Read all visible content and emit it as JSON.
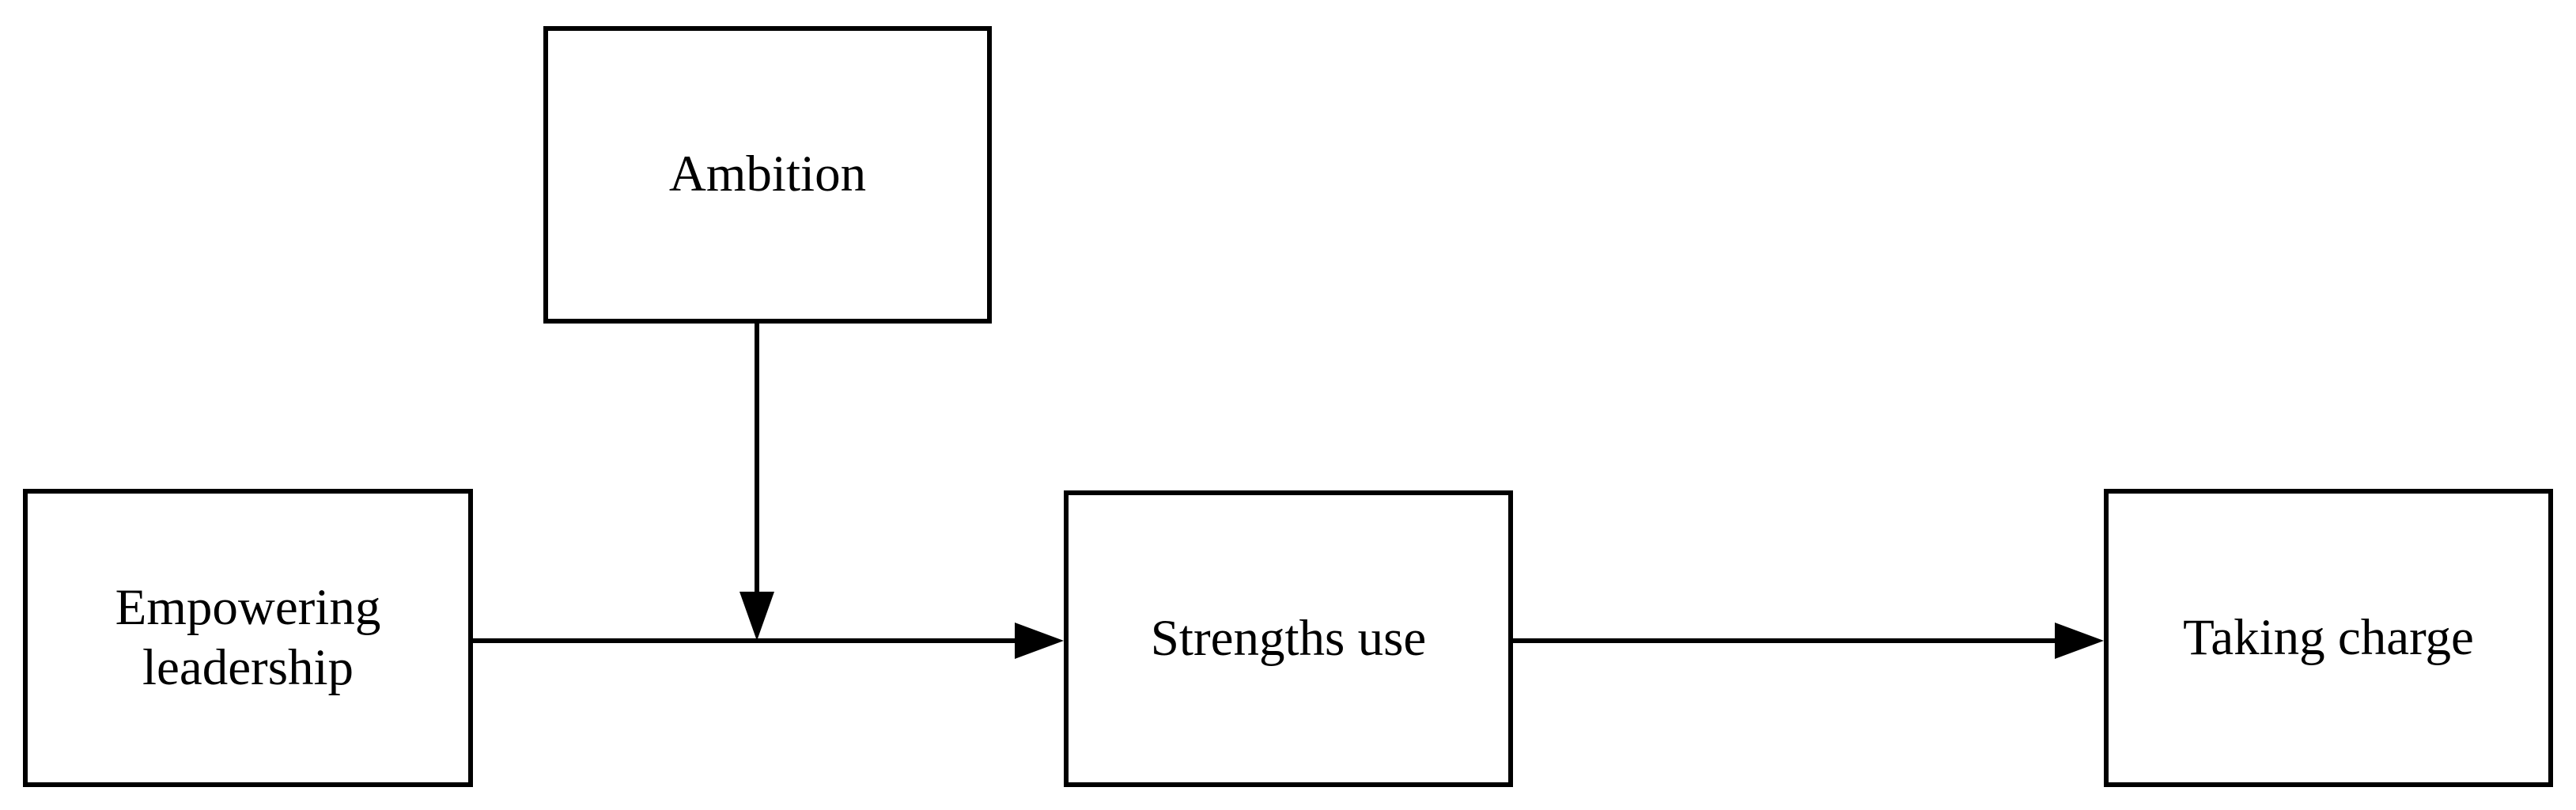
{
  "diagram": {
    "type": "moderation-model-flowchart",
    "background_color": "#ffffff",
    "line_color": "#000000",
    "box_fill_color": "#ffffff",
    "nodes": [
      {
        "id": "ambition",
        "label": "Ambition",
        "role": "moderator"
      },
      {
        "id": "empowering-leadership",
        "label": "Empowering leadership",
        "role": "independent-variable"
      },
      {
        "id": "strengths-use",
        "label": "Strengths use",
        "role": "mediator"
      },
      {
        "id": "taking-charge",
        "label": "Taking charge",
        "role": "dependent-variable"
      }
    ],
    "edges": [
      {
        "from": "empowering-leadership",
        "to": "strengths-use",
        "style": "solid-arrow"
      },
      {
        "from": "strengths-use",
        "to": "taking-charge",
        "style": "solid-arrow"
      },
      {
        "from": "ambition",
        "to": "arrow(empowering-leadership->strengths-use)",
        "style": "solid-arrow"
      }
    ],
    "icons": {
      "arrowhead_right": "filled-triangle-right",
      "arrowhead_down": "filled-triangle-down"
    }
  }
}
